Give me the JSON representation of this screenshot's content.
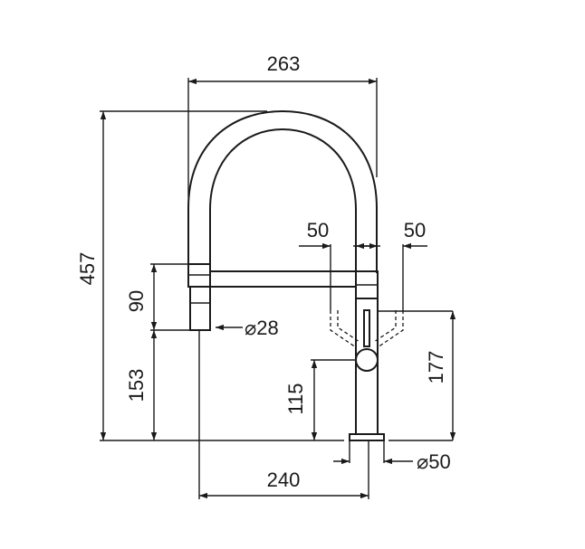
{
  "drawing": {
    "dimensions": {
      "top_width": "263",
      "total_height": "457",
      "handshower_length": "90",
      "handshower_height": "153",
      "handshower_diameter": "⌀28",
      "spout_offset_left": "50",
      "spout_offset_right": "50",
      "lever_height": "115",
      "lever_side_height": "177",
      "base_diameter": "⌀50",
      "reach": "240"
    },
    "colors": {
      "line": "#1a1a1a",
      "background": "#ffffff"
    }
  }
}
